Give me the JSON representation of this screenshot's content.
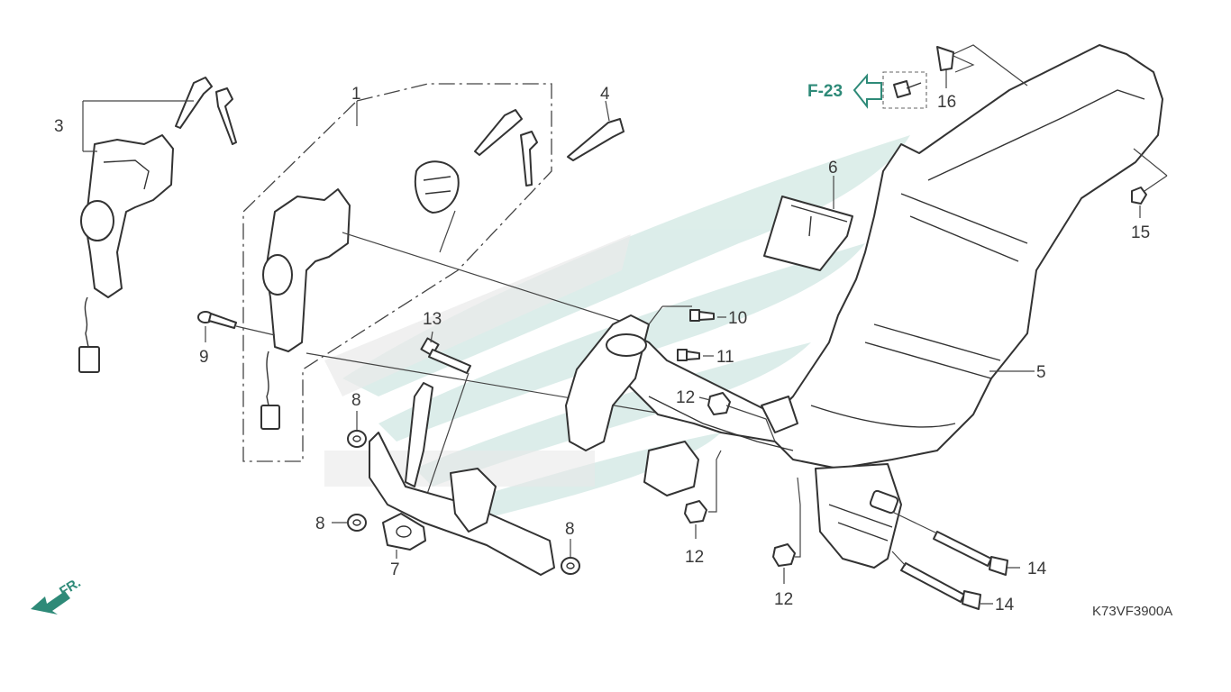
{
  "diagram": {
    "drawing_code": "K73VF3900A",
    "front_marker": "FR.",
    "reference": "F-23",
    "colors": {
      "accent": "#2e8a78",
      "watermark": "#d9ece8",
      "line": "#333333"
    },
    "callouts": [
      {
        "label": "1"
      },
      {
        "label": "3"
      },
      {
        "label": "4"
      },
      {
        "label": "6"
      },
      {
        "label": "16"
      },
      {
        "label": "15"
      },
      {
        "label": "10"
      },
      {
        "label": "11"
      },
      {
        "label": "9"
      },
      {
        "label": "13"
      },
      {
        "label": "8"
      },
      {
        "label": "8"
      },
      {
        "label": "8"
      },
      {
        "label": "12"
      },
      {
        "label": "12"
      },
      {
        "label": "12"
      },
      {
        "label": "5"
      },
      {
        "label": "7"
      },
      {
        "label": "14"
      },
      {
        "label": "14"
      }
    ]
  }
}
